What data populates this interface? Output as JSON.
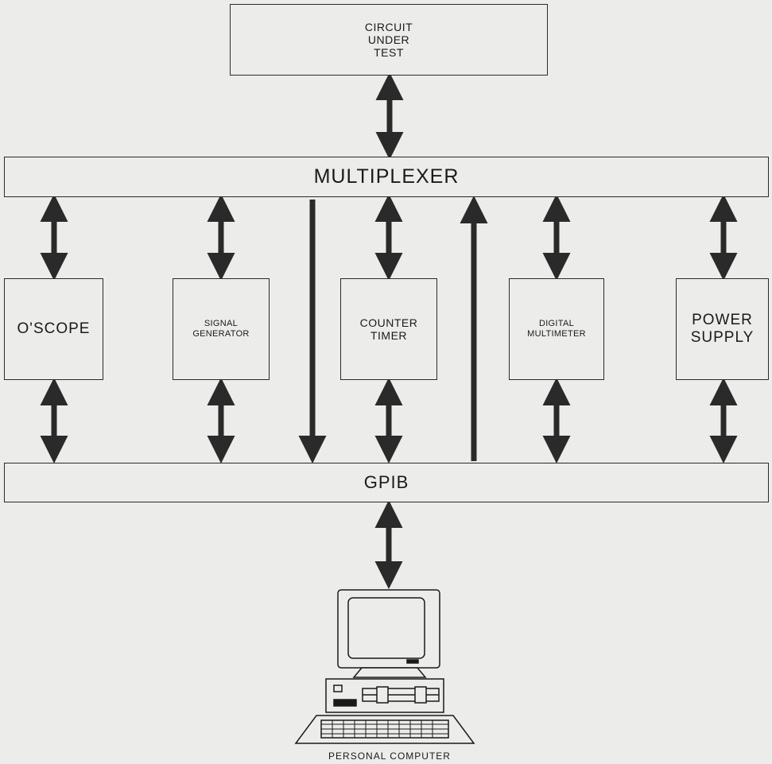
{
  "circuit": {
    "line1": "CIRCUIT",
    "line2": "UNDER",
    "line3": "TEST"
  },
  "multiplexer": {
    "label": "MULTIPLEXER"
  },
  "gpib": {
    "label": "GPIB"
  },
  "instruments": {
    "oscope": {
      "line1": "O'SCOPE"
    },
    "signal_generator": {
      "line1": "SIGNAL",
      "line2": "GENERATOR"
    },
    "counter_timer": {
      "line1": "COUNTER",
      "line2": "TIMER"
    },
    "digital_multimeter": {
      "line1": "DIGITAL",
      "line2": "MULTIMETER"
    },
    "power_supply": {
      "line1": "POWER",
      "line2": "SUPPLY"
    }
  },
  "computer": {
    "label": "PERSONAL COMPUTER",
    "icon": "personal-computer-icon"
  },
  "colors": {
    "line": "#2a2a2a",
    "background": "#ececea"
  }
}
